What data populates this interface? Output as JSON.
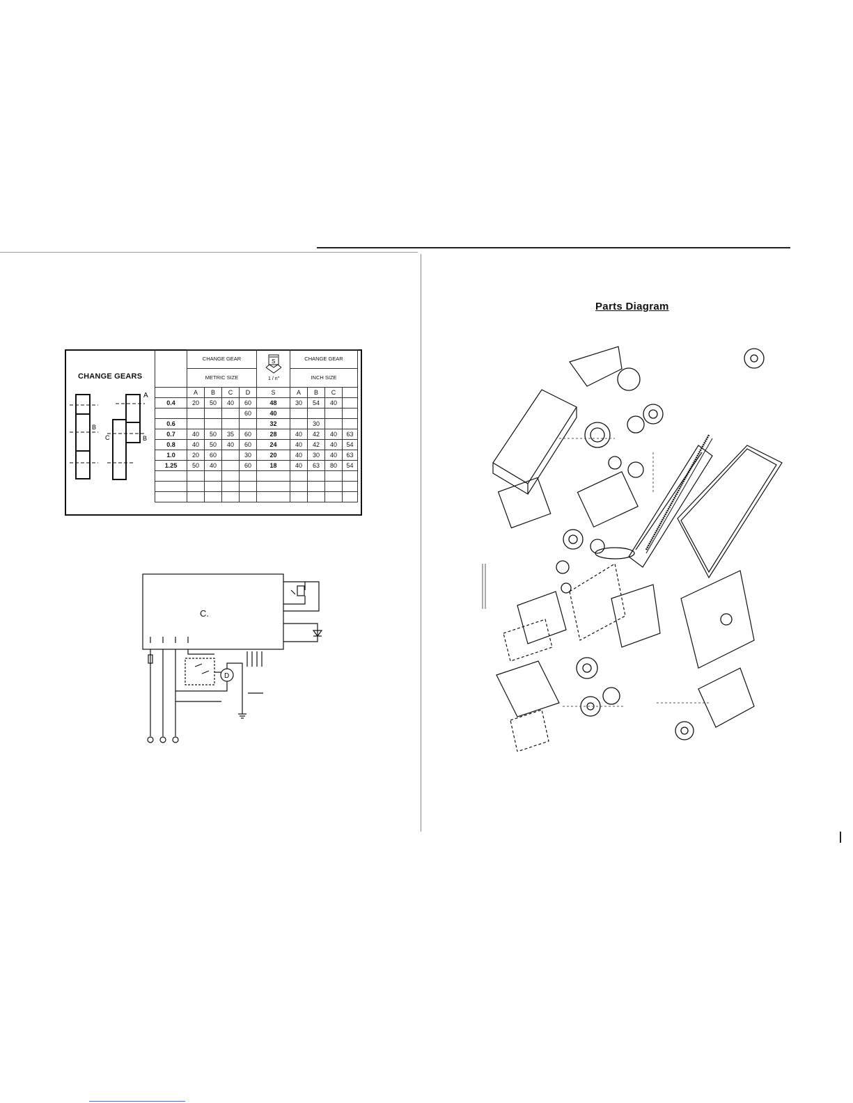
{
  "change_gears": {
    "title": "CHANGE GEARS",
    "gear_labels": {
      "a": "A",
      "b_left": "B",
      "c": "C",
      "b_right": "B"
    },
    "metric_header": {
      "top": "CHANGE GEAR",
      "sub": "METRIC SIZE"
    },
    "inch_header": {
      "top": "CHANGE GEAR",
      "sub": "INCH SIZE"
    },
    "pitch_header": {
      "s_symbol": "S",
      "unit": "1 / n\""
    },
    "columns": [
      "",
      "A",
      "B",
      "C",
      "D",
      "S",
      "A",
      "B",
      "C",
      ""
    ],
    "rows": [
      [
        "0.4",
        "20",
        "50",
        "40",
        "60",
        "48",
        "30",
        "54",
        "40",
        ""
      ],
      [
        "",
        "",
        "",
        "",
        "60",
        "40",
        "",
        "",
        "",
        ""
      ],
      [
        "0.6",
        "",
        "",
        "",
        "",
        "32",
        "",
        "30",
        "",
        ""
      ],
      [
        "0.7",
        "40",
        "50",
        "35",
        "60",
        "28",
        "40",
        "42",
        "40",
        "63"
      ],
      [
        "0.8",
        "40",
        "50",
        "40",
        "60",
        "24",
        "40",
        "42",
        "40",
        "54"
      ],
      [
        "1.0",
        "20",
        "60",
        "",
        "30",
        "20",
        "40",
        "30",
        "40",
        "63"
      ],
      [
        "1.25",
        "50",
        "40",
        "",
        "60",
        "18",
        "40",
        "63",
        "80",
        "54"
      ],
      [
        "",
        "",
        "",
        "",
        "",
        "",
        "",
        "",
        "",
        ""
      ],
      [
        "",
        "",
        "",
        "",
        "",
        "",
        "",
        "",
        "",
        ""
      ],
      [
        "",
        "",
        "",
        "",
        "",
        "",
        "",
        "",
        "",
        ""
      ]
    ]
  },
  "circuit": {
    "label": "C.",
    "motor_label": "D"
  },
  "parts_diagram": {
    "title": "Parts Diagram"
  }
}
